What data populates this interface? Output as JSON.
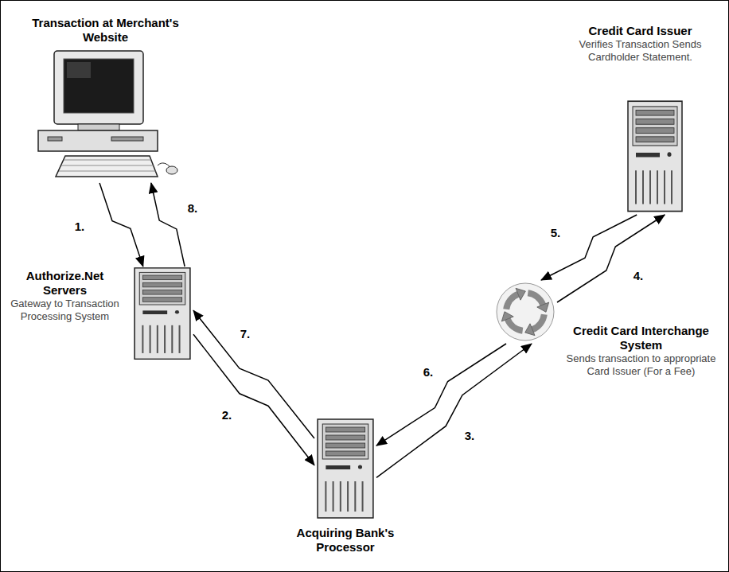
{
  "diagram": {
    "nodes": [
      {
        "text": [
          "Transaction at Merchant's Website"
        ]
      },
      {
        "text": [
          "Credit Card Issuer",
          "Verifies Transaction Sends Cardholder Statement."
        ]
      },
      {
        "text": [
          "Authorize.Net Servers",
          "Gateway to Transaction Processing System"
        ]
      },
      {
        "text": [
          "Credit Card Interchange System",
          "Sends transaction to appropriate Card Issuer (For a Fee)"
        ]
      },
      {
        "text": [
          "Acquiring Bank's Processor"
        ]
      }
    ],
    "edges": [
      {
        "from": 0,
        "to": 2,
        "arrow": "to",
        "label": "1."
      },
      {
        "from": 2,
        "to": 0,
        "arrow": "to",
        "label": "8."
      },
      {
        "from": 2,
        "to": 4,
        "arrow": "to",
        "label": "2."
      },
      {
        "from": 4,
        "to": 2,
        "arrow": "to",
        "label": "7."
      },
      {
        "from": 4,
        "to": 3,
        "arrow": "to",
        "label": "3."
      },
      {
        "from": 3,
        "to": 4,
        "arrow": "to",
        "label": "6."
      },
      {
        "from": 3,
        "to": 1,
        "arrow": "to",
        "label": "4."
      },
      {
        "from": 1,
        "to": 3,
        "arrow": "to",
        "label": "5."
      }
    ]
  }
}
